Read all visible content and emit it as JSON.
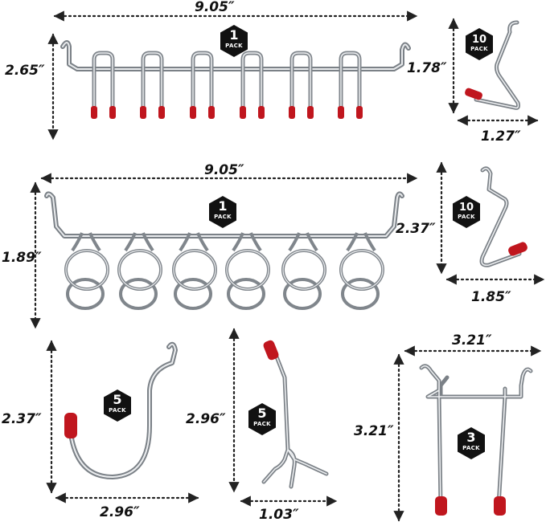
{
  "products": [
    {
      "id": "bar-uhooks",
      "pack": {
        "count": "1",
        "label": "PACK"
      },
      "width": "9.05″",
      "height": "2.65″"
    },
    {
      "id": "angled-hook-small",
      "pack": {
        "count": "10",
        "label": "PACK"
      },
      "height": "1.78″",
      "width": "1.27″"
    },
    {
      "id": "bar-ring-hooks",
      "pack": {
        "count": "1",
        "label": "PACK"
      },
      "width": "9.05″",
      "height": "1.89″"
    },
    {
      "id": "angled-hook-large",
      "pack": {
        "count": "10",
        "label": "PACK"
      },
      "height": "2.37″",
      "width": "1.85″"
    },
    {
      "id": "j-hook",
      "pack": {
        "count": "5",
        "label": "PACK"
      },
      "height": "2.37″",
      "width": "2.96″"
    },
    {
      "id": "tool-holder",
      "pack": {
        "count": "5",
        "label": "PACK"
      },
      "height": "2.96″",
      "width": "1.03″"
    },
    {
      "id": "double-prong",
      "pack": {
        "count": "3",
        "label": "PACK"
      },
      "width": "3.21″",
      "height": "3.21″"
    }
  ],
  "colors": {
    "metal": "#9aa0a6",
    "metal_light": "#e6e8ea",
    "cap": "#c0161e",
    "badge": "#111111",
    "arrow": "#222222"
  }
}
